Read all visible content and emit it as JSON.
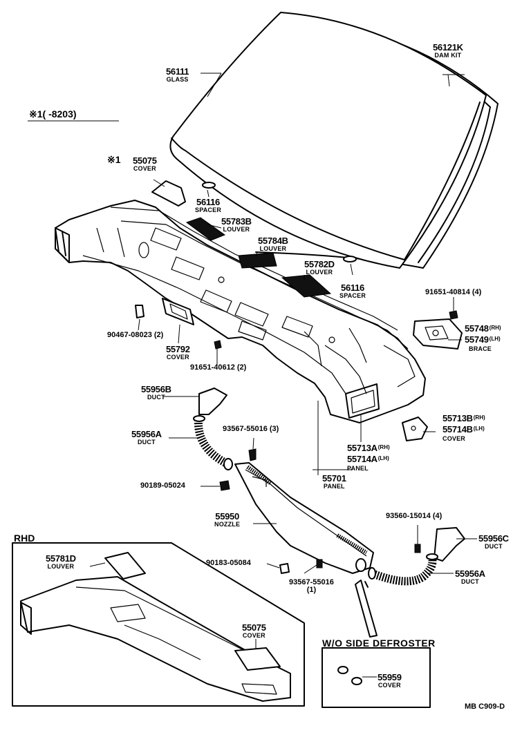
{
  "header": {
    "note": "※1(     -8203)"
  },
  "parts": [
    {
      "id": "glass",
      "num": "56111",
      "desc": "GLASS"
    },
    {
      "id": "dam-kit",
      "num": "56121K",
      "desc": "DAM KIT"
    },
    {
      "id": "cover-55075",
      "prefix": "※1",
      "num": "55075",
      "desc": "COVER"
    },
    {
      "id": "spacer-top",
      "num": "56116",
      "desc": "SPACER"
    },
    {
      "id": "louver-55783",
      "num": "55783B",
      "desc": "LOUVER"
    },
    {
      "id": "louver-55784",
      "num": "55784B",
      "desc": "LOUVER"
    },
    {
      "id": "louver-55782",
      "num": "55782D",
      "desc": "LOUVER"
    },
    {
      "id": "spacer-right",
      "num": "56116",
      "desc": "SPACER"
    },
    {
      "id": "bolt-91651-40814",
      "num": "91651-40814 (4)"
    },
    {
      "id": "brace",
      "num1": "55748",
      "sup1": "(RH)",
      "num2": "55749",
      "sup2": "(LH)",
      "desc": "BRACE"
    },
    {
      "id": "plug-90467",
      "num": "90467-08023 (2)"
    },
    {
      "id": "cover-55792",
      "num": "55792",
      "desc": "COVER"
    },
    {
      "id": "bolt-91651-40612",
      "num": "91651-40612 (2)"
    },
    {
      "id": "duct-55956b",
      "num": "55956B",
      "desc": "DUCT"
    },
    {
      "id": "cover-55713b",
      "num1": "55713B",
      "sup1": "(RH)",
      "num2": "55714B",
      "sup2": "(LH)",
      "desc": "COVER"
    },
    {
      "id": "duct-55956a-left",
      "num": "55956A",
      "desc": "DUCT"
    },
    {
      "id": "screw-93567-3",
      "num": "93567-55016 (3)"
    },
    {
      "id": "panel-55713a",
      "num1": "55713A",
      "sup1": "(RH)",
      "num2": "55714A",
      "sup2": "(LH)",
      "desc": "PANEL"
    },
    {
      "id": "panel-55701",
      "num": "55701",
      "desc": "PANEL"
    },
    {
      "id": "clip-90189",
      "num": "90189-05024"
    },
    {
      "id": "nozzle",
      "num": "55950",
      "desc": "NOZZLE"
    },
    {
      "id": "screw-93560",
      "num": "93560-15014 (4)"
    },
    {
      "id": "duct-55956c",
      "num": "55956C",
      "desc": "DUCT"
    },
    {
      "id": "clip-90183",
      "num": "90183-05084"
    },
    {
      "id": "screw-93567-1",
      "num": "93567-55016",
      "qty": "(1)"
    },
    {
      "id": "duct-55956a-right",
      "num": "55956A",
      "desc": "DUCT"
    },
    {
      "id": "louver-55781d",
      "num": "55781D",
      "desc": "LOUVER"
    },
    {
      "id": "cover-55075-rhd",
      "num": "55075",
      "desc": "COVER"
    },
    {
      "id": "cover-55959",
      "num": "55959",
      "desc": "COVER"
    }
  ],
  "insets": {
    "rhd": "RHD",
    "wo_side_defroster": "W/O SIDE DEFROSTER"
  },
  "footer": {
    "code": "MB  C909-D"
  }
}
